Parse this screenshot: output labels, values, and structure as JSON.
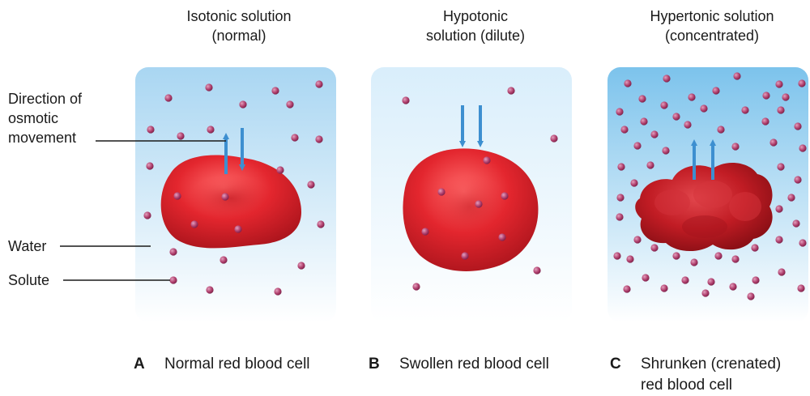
{
  "panels": [
    {
      "title_lines": [
        "Isotonic solution",
        "(normal)"
      ],
      "letter": "A",
      "caption_lines": [
        "Normal red blood cell"
      ]
    },
    {
      "title_lines": [
        "Hypotonic",
        "solution (dilute)"
      ],
      "letter": "B",
      "caption_lines": [
        "Swollen red blood cell"
      ]
    },
    {
      "title_lines": [
        "Hypertonic solution",
        "(concentrated)"
      ],
      "letter": "C",
      "caption_lines": [
        "Shrunken (crenated)",
        "red blood cell"
      ]
    }
  ],
  "labels": {
    "direction_lines": [
      "Direction of",
      "osmotic",
      "movement"
    ],
    "water": "Water",
    "solute": "Solute"
  },
  "colors": {
    "water_light": "#ffffff",
    "water_dark": "#8fcbef",
    "cell_red": "#e0262e",
    "cell_dark_red": "#a6141c",
    "solute": "#b0406e",
    "arrow": "#3d8fd0"
  }
}
